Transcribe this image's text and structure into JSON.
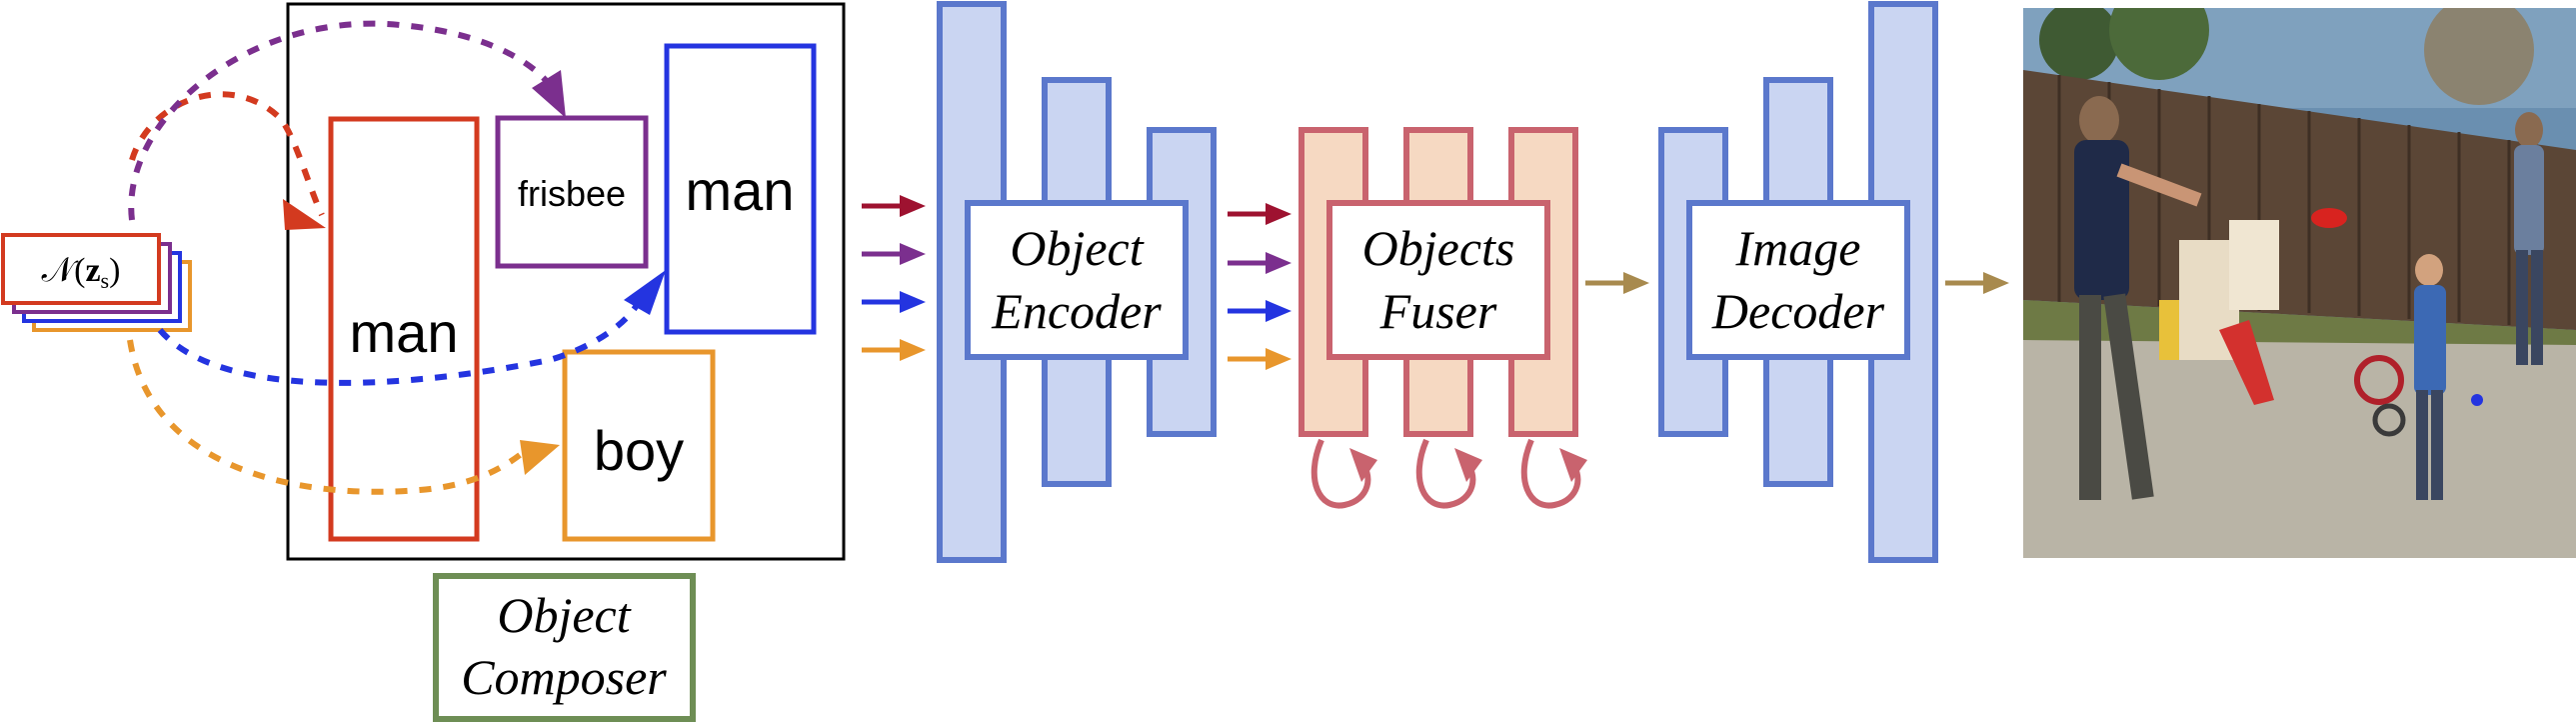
{
  "noise": {
    "label_prefix": "𝒩(",
    "label_var": "z",
    "label_sub": "s",
    "label_suffix": ")"
  },
  "layout_boxes": [
    {
      "id": "man-left",
      "label": "man",
      "color": "#D33A1F"
    },
    {
      "id": "frisbee",
      "label": "frisbee",
      "color": "#7B2F8E"
    },
    {
      "id": "man-right",
      "label": "man",
      "color": "#2434E0"
    },
    {
      "id": "boy",
      "label": "boy",
      "color": "#E8962C"
    }
  ],
  "modules": {
    "composer": {
      "line1": "Object",
      "line2": "Composer",
      "color": "#6E8E55"
    },
    "encoder": {
      "line1": "Object",
      "line2": "Encoder",
      "color": "#5B78CC",
      "fill": "#CAD5F2"
    },
    "fuser": {
      "line1": "Objects",
      "line2": "Fuser",
      "color": "#C9636E",
      "fill": "#F6D9C2"
    },
    "decoder": {
      "line1": "Image",
      "line2": "Decoder",
      "color": "#5B78CC",
      "fill": "#CAD5F2"
    }
  },
  "arrow_colors": [
    "#9E1230",
    "#7B2F8E",
    "#2434E0",
    "#E8962C"
  ],
  "flow_arrow_color": "#A88A4E",
  "photo": {
    "sky": "#6A8FB0",
    "fence": "#5B4636",
    "ground": "#B9B4A6"
  }
}
